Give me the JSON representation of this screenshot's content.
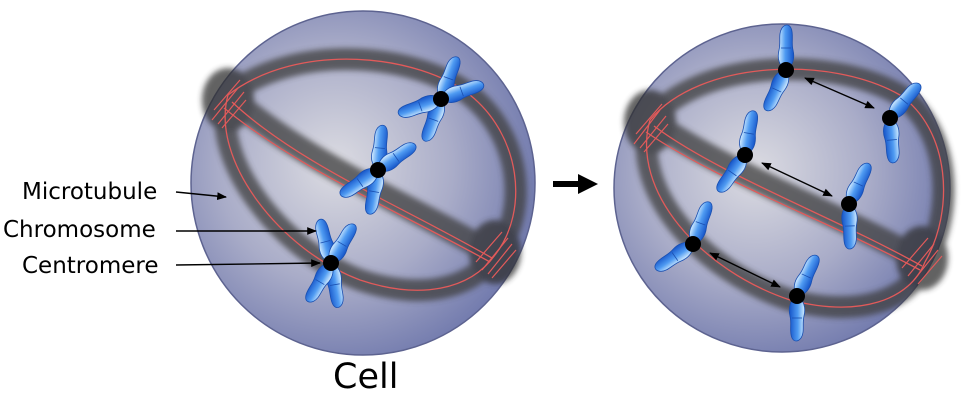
{
  "labels": {
    "microtubule": "Microtubule",
    "chromosome": "Chromosome",
    "centromere": "Centromere",
    "cell": "Cell"
  },
  "colors": {
    "cell_fill_center": "#d4d4dc",
    "cell_fill_edge": "#6f78ad",
    "cell_stroke": "#5a5f86",
    "spindle_shadow": "#3a3a3a",
    "spindle_line": "#e05050",
    "chromatid_light": "#bfe2ff",
    "chromatid_dark": "#1f6fe0",
    "centromere": "#000000",
    "arrow": "#000000"
  }
}
